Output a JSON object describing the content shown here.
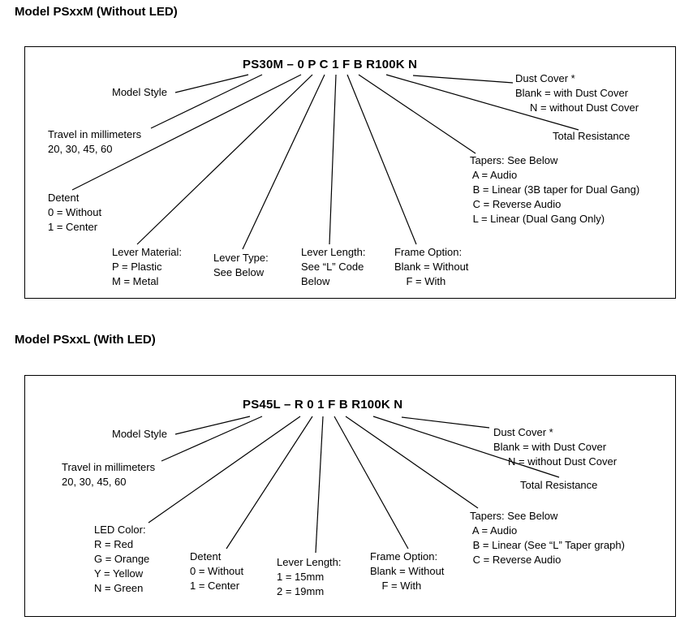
{
  "diagram1": {
    "title": "Model PSxxM (Without LED)",
    "part_number": "PS30M – 0 P C 1 F B R100K N",
    "labels": {
      "model_style": "Model Style",
      "travel": [
        "Travel in millimeters",
        "20, 30, 45, 60"
      ],
      "detent": [
        "Detent",
        "0 = Without",
        "1 = Center"
      ],
      "lever_material": [
        "Lever Material:",
        "P = Plastic",
        "M = Metal"
      ],
      "lever_type": [
        "Lever Type:",
        "See Below"
      ],
      "lever_length": [
        "Lever Length:",
        "See “L” Code",
        "Below"
      ],
      "frame_option": [
        "Frame Option:",
        "Blank = Without",
        "    F = With"
      ],
      "tapers": [
        "Tapers: See Below",
        " A = Audio",
        " B = Linear (3B taper for Dual Gang)",
        " C = Reverse Audio",
        " L = Linear (Dual Gang Only)"
      ],
      "total_resistance": "Total Resistance",
      "dust_cover": [
        "Dust Cover *",
        "Blank = with Dust Cover",
        "     N = without Dust Cover"
      ]
    }
  },
  "diagram2": {
    "title": "Model PSxxL (With LED)",
    "part_number": "PS45L – R 0 1 F B R100K N",
    "labels": {
      "model_style": "Model Style",
      "travel": [
        "Travel in millimeters",
        "20, 30, 45, 60"
      ],
      "led_color": [
        "LED Color:",
        "R = Red",
        "G = Orange",
        "Y = Yellow",
        "N = Green"
      ],
      "detent": [
        "Detent",
        "0 = Without",
        "1 = Center"
      ],
      "lever_length": [
        "Lever Length:",
        "1 = 15mm",
        "2 = 19mm"
      ],
      "frame_option": [
        "Frame Option:",
        "Blank = Without",
        "    F = With"
      ],
      "tapers": [
        "Tapers: See Below",
        " A = Audio",
        " B = Linear (See “L” Taper graph)",
        " C = Reverse Audio"
      ],
      "total_resistance": "Total Resistance",
      "dust_cover": [
        "Dust Cover *",
        "Blank = with Dust Cover",
        "     N = without Dust Cover"
      ]
    }
  }
}
